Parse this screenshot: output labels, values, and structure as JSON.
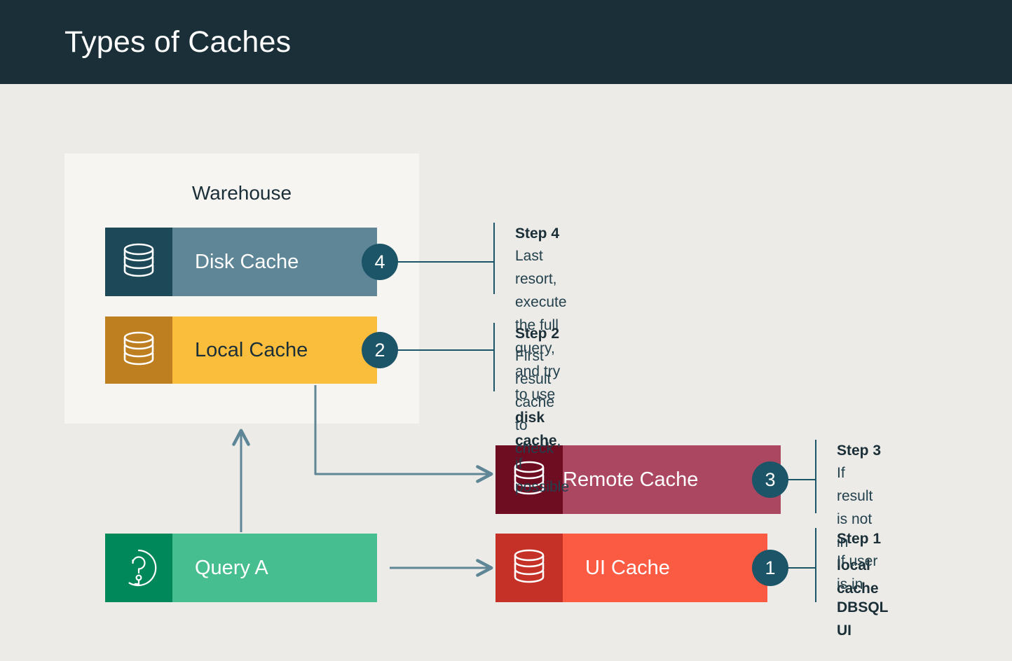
{
  "header": {
    "title": "Types of Caches"
  },
  "diagram": {
    "warehouse_label": "Warehouse",
    "nodes": [
      {
        "id": "disk-cache",
        "label": "Disk Cache",
        "badge": "4",
        "icon": "database-icon",
        "icon_color": "#1C4858",
        "body_color": "#5E8696",
        "text_color": "#FFFFFF"
      },
      {
        "id": "local-cache",
        "label": "Local Cache",
        "badge": "2",
        "icon": "database-icon",
        "icon_color": "#BE7F20",
        "body_color": "#FBBE3C",
        "text_color": "#1B2F38"
      },
      {
        "id": "remote-cache",
        "label": "Remote Cache",
        "badge": "3",
        "icon": "database-icon",
        "icon_color": "#6E0C21",
        "body_color": "#AC4761",
        "text_color": "#FFFFFF"
      },
      {
        "id": "ui-cache",
        "label": "UI Cache",
        "badge": "1",
        "icon": "database-icon",
        "icon_color": "#C53126",
        "body_color": "#FB5B43",
        "text_color": "#FFFFFF"
      },
      {
        "id": "query-a",
        "label": "Query A",
        "badge": "",
        "icon": "question-circle-icon",
        "icon_color": "#00875A",
        "body_color": "#46BE8F",
        "text_color": "#FFFFFF"
      }
    ],
    "steps": [
      {
        "id": "step-4",
        "title": "Step 4",
        "lines": [
          [
            {
              "t": "Last resort, execute the full query,",
              "b": false
            }
          ],
          [
            {
              "t": "and try to use ",
              "b": false
            },
            {
              "t": "disk cache",
              "b": true
            },
            {
              "t": ", if possible",
              "b": false
            }
          ]
        ]
      },
      {
        "id": "step-2",
        "title": "Step 2",
        "lines": [
          [
            {
              "t": "First result cache to check",
              "b": false
            }
          ]
        ]
      },
      {
        "id": "step-3",
        "title": "Step 3",
        "lines": [
          [
            {
              "t": "If result is not",
              "b": false
            }
          ],
          [
            {
              "t": "in ",
              "b": false
            },
            {
              "t": "local cache",
              "b": true
            }
          ]
        ]
      },
      {
        "id": "step-1",
        "title": "Step 1",
        "lines": [
          [
            {
              "t": "If user is in",
              "b": false
            }
          ],
          [
            {
              "t": "DBSQL UI",
              "b": true
            }
          ]
        ]
      }
    ],
    "arrows": [
      {
        "id": "query-a-to-warehouse",
        "kind": "up"
      },
      {
        "id": "local-cache-to-remote-cache",
        "kind": "elbow"
      },
      {
        "id": "query-a-to-ui-cache",
        "kind": "right"
      }
    ]
  },
  "colors": {
    "page_bg": "#EDEBE7",
    "header_bg": "#1B2F38",
    "warehouse_bg": "#F7F5F2",
    "accent_teal": "#1C5567",
    "connector": "#5E8696"
  }
}
